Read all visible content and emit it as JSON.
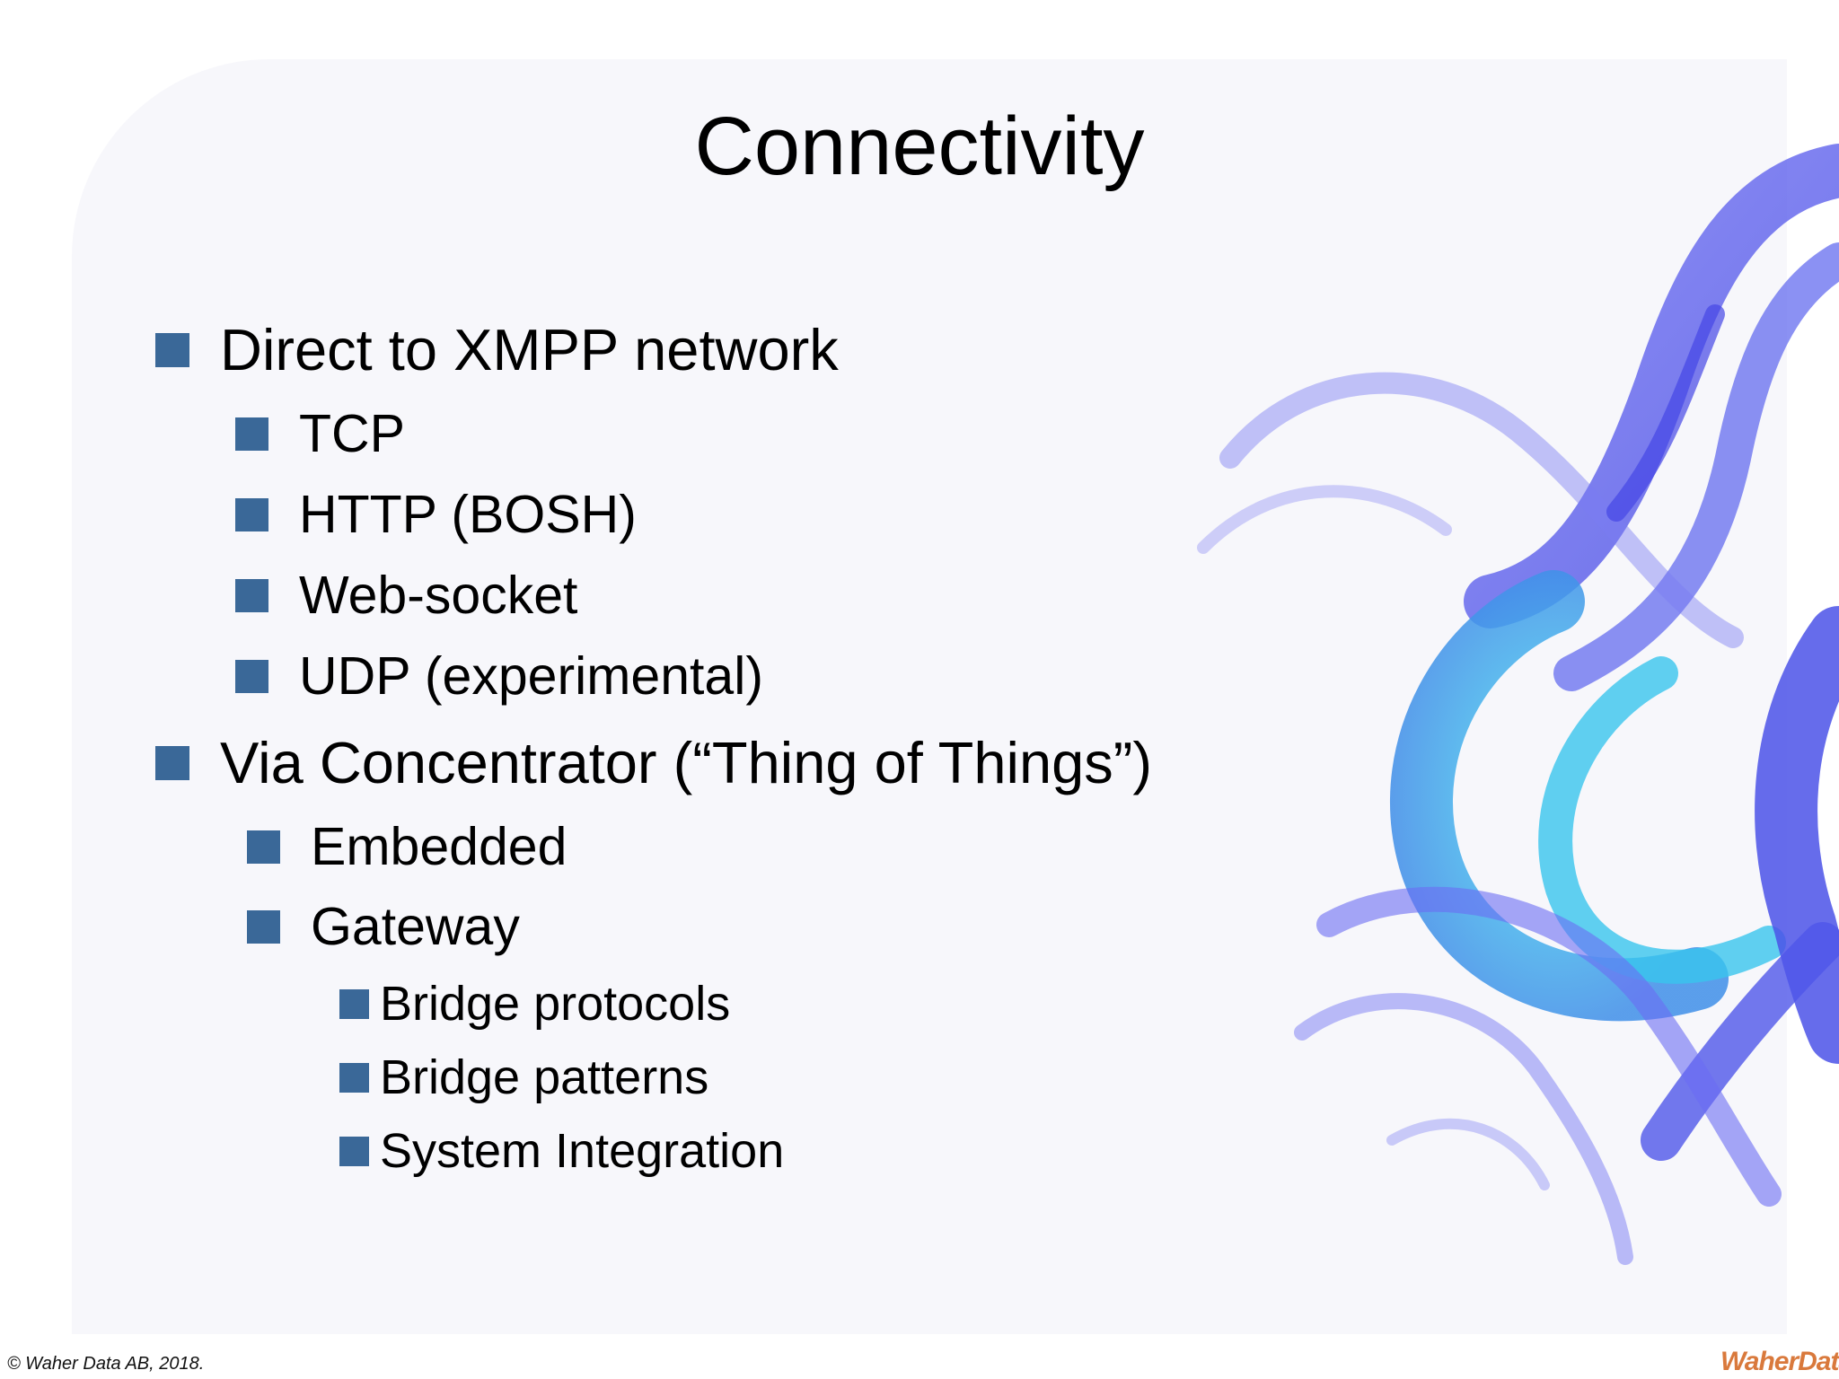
{
  "slide": {
    "title": "Connectivity",
    "items": [
      {
        "level": 1,
        "text": "Direct to XMPP network"
      },
      {
        "level": 2,
        "text": "TCP"
      },
      {
        "level": 2,
        "text": "HTTP (BOSH)"
      },
      {
        "level": 2,
        "text": "Web-socket"
      },
      {
        "level": 2,
        "text": "UDP (experimental)"
      },
      {
        "level": 1,
        "text": "Via Concentrator (“Thing of Things”)"
      },
      {
        "level": 2,
        "text": "Embedded"
      },
      {
        "level": 2,
        "text": "Gateway"
      },
      {
        "level": 3,
        "text": "Bridge protocols"
      },
      {
        "level": 3,
        "text": "Bridge patterns"
      },
      {
        "level": 3,
        "text": "System Integration"
      }
    ],
    "footer": "© Waher Data AB, 2018.",
    "logo_text": "WaherData"
  },
  "colors": {
    "bullet": "#3a6898",
    "swirl_primary": "#5b5cf0",
    "swirl_secondary": "#3fc7f0",
    "logo": "#d9793c"
  }
}
